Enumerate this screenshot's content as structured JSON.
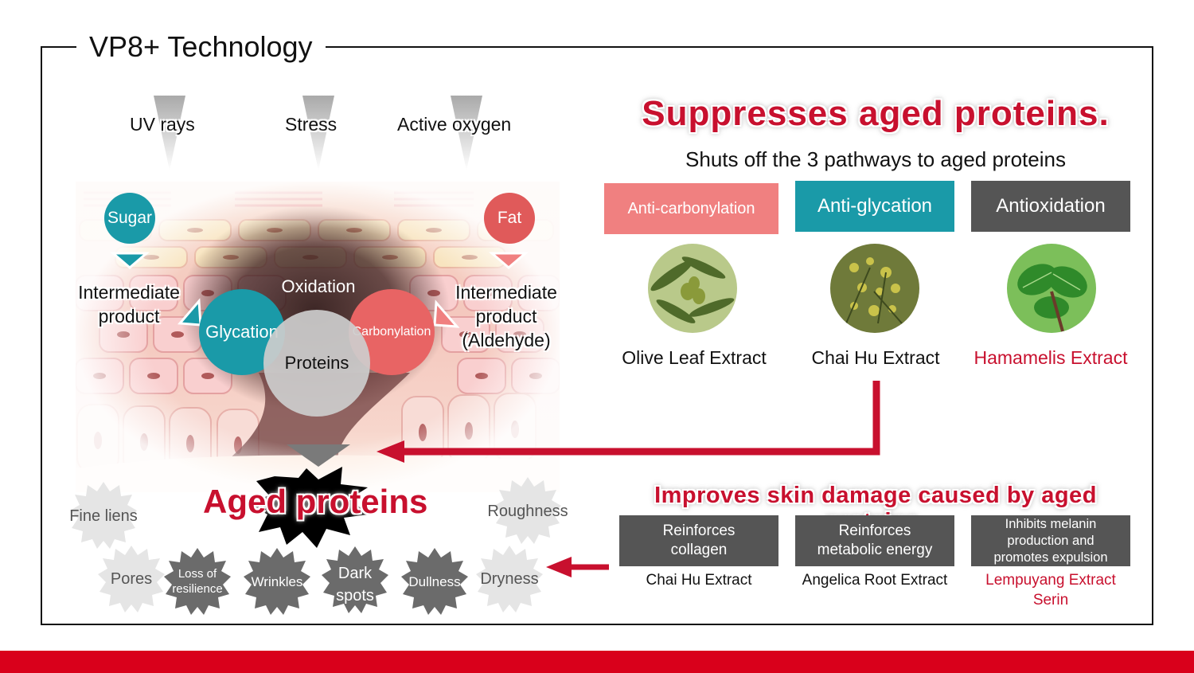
{
  "title": "VP8+ Technology",
  "colors": {
    "brand_red": "#c8102e",
    "arrow_red": "#c8102e",
    "teal": "#1a9aa8",
    "pink": "#f08080",
    "gray_box": "#555555"
  },
  "stressors": [
    "UV rays",
    "Stress",
    "Active oxygen"
  ],
  "diagram": {
    "sugar": "Sugar",
    "fat": "Fat",
    "intermediate_left": [
      "Intermediate",
      "product"
    ],
    "intermediate_right": [
      "Intermediate",
      "product",
      "(Aldehyde)"
    ],
    "oxidation": "Oxidation",
    "glycation": "Glycation",
    "carbonylation": "Carbonylation",
    "proteins": "Proteins",
    "aged_proteins": "Aged proteins",
    "symptoms": {
      "fine_lines": "Fine liens",
      "roughness": "Roughness",
      "pores": "Pores",
      "loss_of_resilience": [
        "Loss of",
        "resilience"
      ],
      "wrinkles": "Wrinkles",
      "dark_spots": [
        "Dark",
        "spots"
      ],
      "dullness": "Dullness",
      "dryness": "Dryness"
    }
  },
  "suppress": {
    "headline": "Suppresses aged proteins.",
    "subhead": "Shuts off the 3 pathways to aged proteins",
    "pathways": [
      {
        "label": "Anti-carbonylation",
        "color": "#f08080",
        "extract": "Olive Leaf Extract",
        "extract_color": "#111111",
        "plant_icon": "olive-leaf-icon"
      },
      {
        "label": "Anti-glycation",
        "color": "#1a9aa8",
        "extract": "Chai Hu Extract",
        "extract_color": "#111111",
        "plant_icon": "chai-hu-icon"
      },
      {
        "label": "Antioxidation",
        "color": "#555555",
        "extract": "Hamamelis Extract",
        "extract_color": "#c8102e",
        "plant_icon": "hamamelis-icon"
      }
    ]
  },
  "improve": {
    "headline": "Improves skin damage caused by aged proteins.",
    "effects": [
      {
        "label": [
          "Reinforces",
          "collagen"
        ],
        "extract": [
          "Chai Hu Extract"
        ],
        "extract_color": "#111111"
      },
      {
        "label": [
          "Reinforces",
          "metabolic energy"
        ],
        "extract": [
          "Angelica Root Extract"
        ],
        "extract_color": "#111111"
      },
      {
        "label": [
          "Inhibits melanin",
          "production and",
          "promotes expulsion"
        ],
        "extract": [
          "Lempuyang Extract",
          "Serin"
        ],
        "extract_color": "#c8102e"
      }
    ]
  }
}
